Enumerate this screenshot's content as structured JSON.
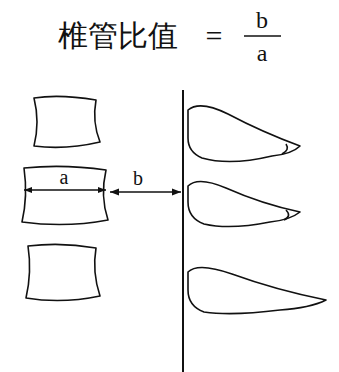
{
  "diagram": {
    "labels": [
      "椎管比值",
      "=",
      "b",
      "a",
      "a",
      "b"
    ]
  }
}
